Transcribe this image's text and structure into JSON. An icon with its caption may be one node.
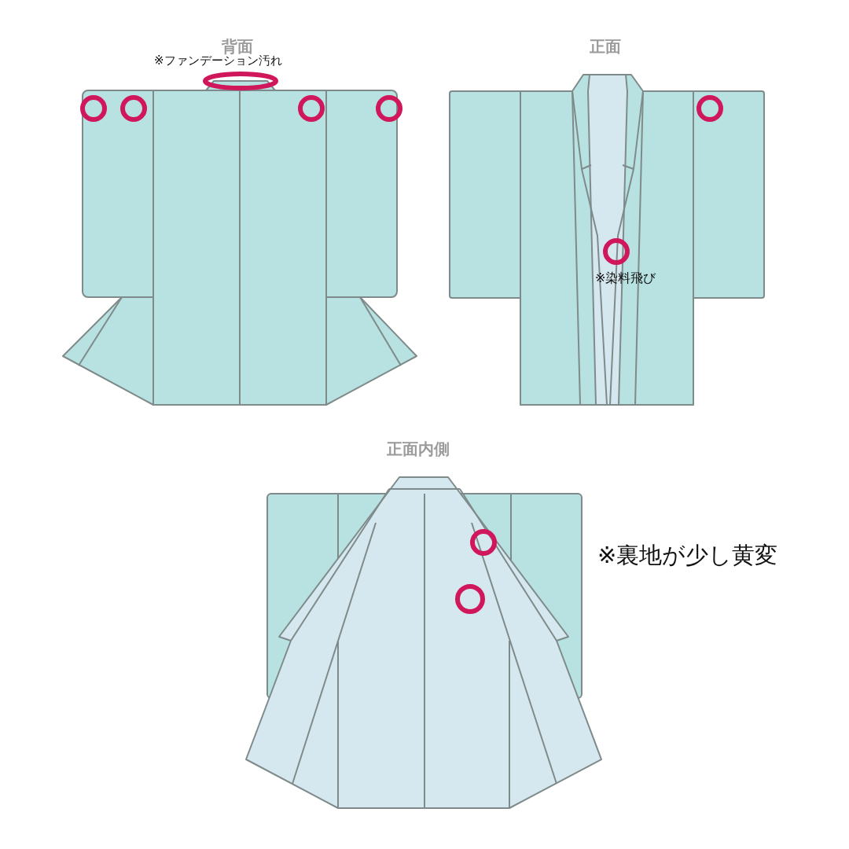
{
  "diagram": {
    "labels": [
      "背面",
      "※ファンデーション汚れ",
      "正面",
      "※染料飛び",
      "正面内側",
      "※裏地が少し黄変"
    ]
  }
}
